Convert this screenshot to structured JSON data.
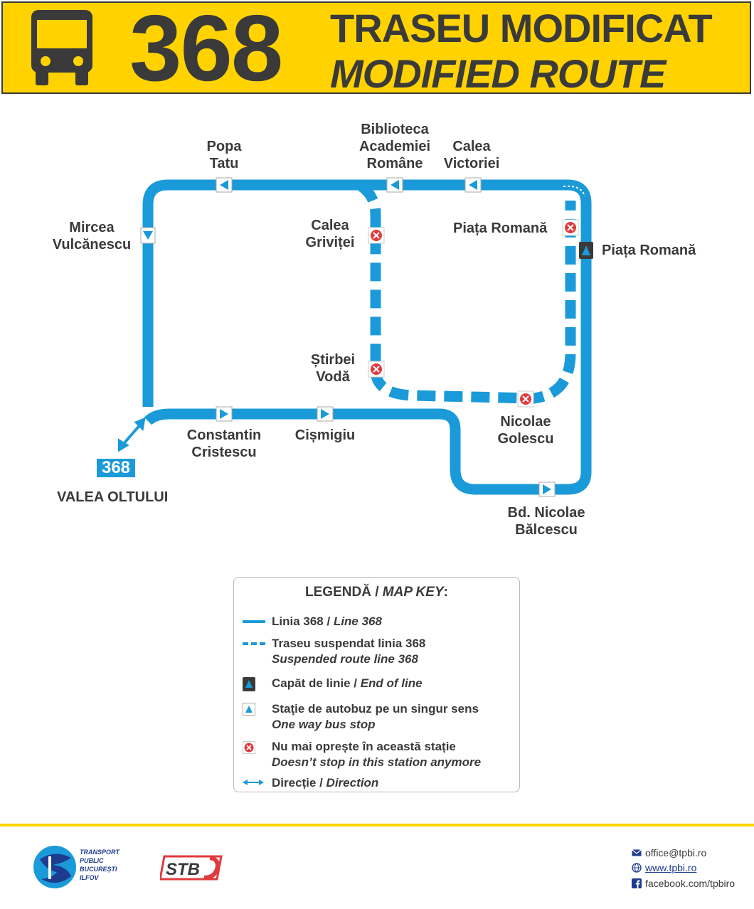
{
  "header": {
    "route_number": "368",
    "title_ro": "TRASEU MODIFICAT",
    "title_en": "MODIFIED ROUTE",
    "background_color": "#ffd200",
    "icon": "bus-icon"
  },
  "colors": {
    "route_line": "#1a9ad8",
    "suspended_line": "#1a9ad8",
    "closed_stop": "#e03a3e",
    "text": "#3a3a3a"
  },
  "stops": {
    "popa_tatu": "Popa\nTatu",
    "biblioteca": "Biblioteca\nAcademiei\nRomâne",
    "calea_victoriei": "Calea\nVictoriei",
    "mircea": "Mircea\nVulcănescu",
    "calea_grivitei": "Calea\nGriviței",
    "piata_romana_closed": "Piața Romană",
    "piata_romana_terminal": "Piața Romană",
    "stirbei_voda": "Știrbei\nVodă",
    "nicolae_golescu": "Nicolae\nGolescu",
    "constantin_cristescu": "Constantin\nCristescu",
    "cismigiu": "Cișmigiu",
    "balcescu": "Bd. Nicolae\nBălcescu",
    "terminus": "VALEA OLTULUI",
    "badge": "368"
  },
  "legend": {
    "title_ro": "LEGENDĂ / ",
    "title_en": "MAP KEY",
    "title_colon": ":",
    "items": [
      {
        "ro": "Linia 368 / ",
        "en": "Line 368"
      },
      {
        "ro": "Traseu suspendat linia 368",
        "en": "Suspended route line 368"
      },
      {
        "ro": "Capăt de linie / ",
        "en": "End of line"
      },
      {
        "ro": "Staţie de autobuz pe un singur sens",
        "en": "One way bus stop"
      },
      {
        "ro": "Nu mai oprește în această stație",
        "en": "Doesn’t stop in this station anymore"
      },
      {
        "ro": "Direcție / ",
        "en": "Direction"
      }
    ]
  },
  "footer": {
    "tpb_lines": [
      "TRANSPORT",
      "PUBLIC",
      "BUCUREȘTI",
      "ILFOV"
    ],
    "stb_logo": "STB",
    "email": "office@tpbi.ro",
    "website": "www.tpbi.ro",
    "facebook": "facebook.com/tpbiro"
  }
}
